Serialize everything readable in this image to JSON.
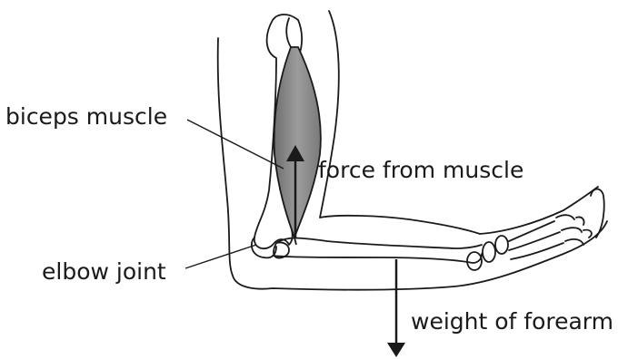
{
  "labels": {
    "biceps": "biceps muscle",
    "force": "force from muscle",
    "elbow": "elbow joint",
    "weight": "weight of forearm"
  },
  "colors": {
    "outline": "#1a1a1a",
    "muscle_fill": "#8a8a8a",
    "background": "#ffffff"
  }
}
